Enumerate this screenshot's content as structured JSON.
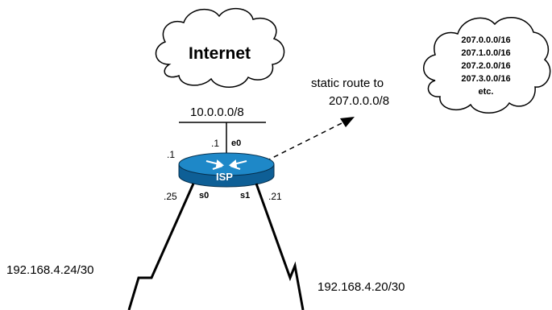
{
  "internet_cloud": {
    "label": "Internet"
  },
  "lan_network": {
    "label": "10.0.0.0/8"
  },
  "router": {
    "label": "ISP",
    "color": "#1e88c8",
    "interfaces": {
      "e0_top": {
        "name": "e0",
        "address": ".1"
      },
      "left_addr": ".1",
      "s0": {
        "name": "s0",
        "address": ".25"
      },
      "s1": {
        "name": "s1",
        "address": ".21"
      }
    }
  },
  "static_route": {
    "line1": "static route to",
    "line2": "207.0.0.0/8"
  },
  "customer_cloud": {
    "routes": [
      "207.0.0.0/16",
      "207.1.0.0/16",
      "207.2.0.0/16",
      "207.3.0.0/16",
      "etc."
    ]
  },
  "serial_links": {
    "left": "192.168.4.24/30",
    "right": "192.168.4.20/30"
  }
}
